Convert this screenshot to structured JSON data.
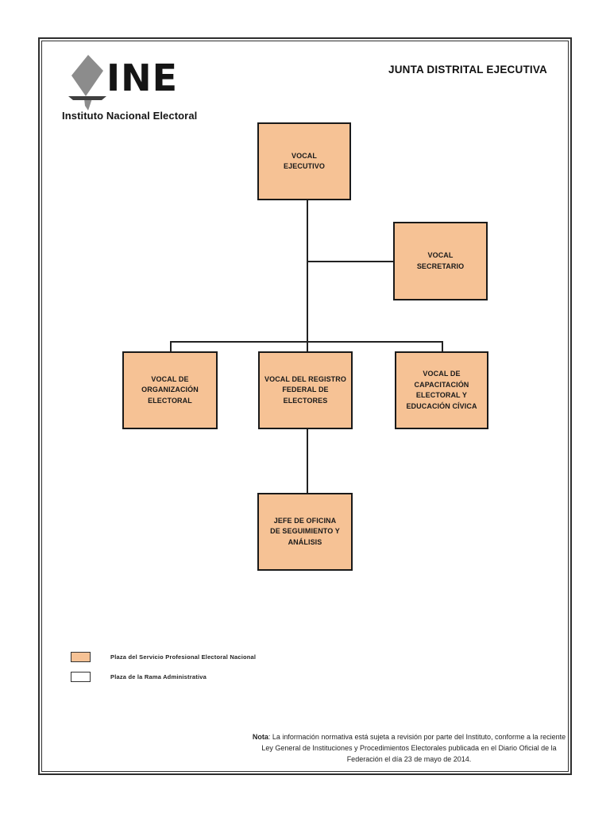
{
  "page": {
    "title": "JUNTA DISTRITAL EJECUTIVA"
  },
  "logo": {
    "acronym": "INE",
    "subtitle": "Instituto Nacional Electoral",
    "diamond_color": "#8c8c8c",
    "slot_color": "#3f3f3f"
  },
  "org_chart": {
    "type": "org-tree",
    "node_fill": "#f6c295",
    "node_border": "#1a1a1a",
    "nodes": [
      {
        "id": "vocal-ejecutivo",
        "label": "VOCAL\nEJECUTIVO",
        "parent": null,
        "plaza": "Servicio Profesional Electoral Nacional"
      },
      {
        "id": "vocal-secretario",
        "label": "VOCAL\nSECRETARIO",
        "parent": "vocal-ejecutivo",
        "plaza": "Servicio Profesional Electoral Nacional"
      },
      {
        "id": "vocal-organizacion-electoral",
        "label": "VOCAL DE\nORGANIZACIÓN\nELECTORAL",
        "parent": "vocal-ejecutivo",
        "plaza": "Servicio Profesional Electoral Nacional"
      },
      {
        "id": "vocal-registro-federal-electores",
        "label": "VOCAL DEL REGISTRO\nFEDERAL DE\nELECTORES",
        "parent": "vocal-ejecutivo",
        "plaza": "Servicio Profesional Electoral Nacional"
      },
      {
        "id": "vocal-capacitacion-electoral",
        "label": "VOCAL DE\nCAPACITACIÓN\nELECTORAL Y\nEDUCACIÓN CÍVICA",
        "parent": "vocal-ejecutivo",
        "plaza": "Servicio Profesional Electoral Nacional"
      },
      {
        "id": "jefe-oficina-seguimiento-analisis",
        "label": "JEFE DE OFICINA\nDE SEGUIMIENTO Y\nANÁLISIS",
        "parent": "vocal-registro-federal-electores",
        "plaza": "Servicio Profesional Electoral Nacional"
      }
    ]
  },
  "legend": {
    "items": [
      {
        "label": "Plaza del Servicio Profesional Electoral Nacional",
        "swatch_color": "#f6c295"
      },
      {
        "label": "Plaza de la Rama Administrativa",
        "swatch_color": "#ffffff"
      }
    ]
  },
  "note": {
    "label": "Nota",
    "text": ": La información normativa está sujeta a revisión por parte del Instituto, conforme a la reciente Ley General de Instituciones y Procedimientos Electorales publicada en el Diario Oficial de la Federación el día 23 de mayo de 2014."
  }
}
